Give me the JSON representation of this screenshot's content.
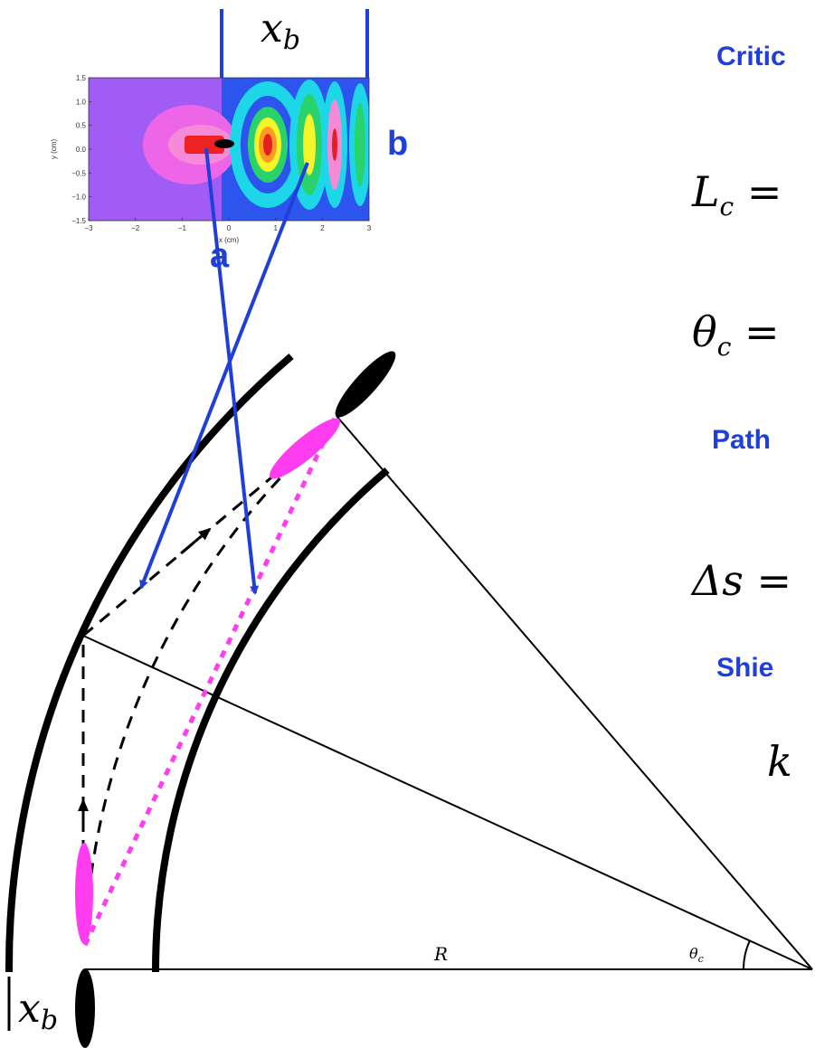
{
  "headings": {
    "critical": "Critic",
    "path": "Path",
    "shielding": "Shie"
  },
  "equations": {
    "lc": "L",
    "lc_sub": "c",
    "lc_rest": " =",
    "theta": "θ",
    "theta_sub": "c",
    "theta_rest": " =",
    "ds": "Δs =",
    "k": "k"
  },
  "labels": {
    "a": "a",
    "b": "b",
    "xb_top": "x",
    "xb_top_sub": "b",
    "xb_bottom": "x",
    "xb_bottom_sub": "b",
    "R": "R",
    "theta_c": "θ",
    "theta_c_sub": "c"
  },
  "inset_plot": {
    "xlabel": "x (cm)",
    "ylabel": "y (cm)",
    "xticks": [
      "−3",
      "−2",
      "−1",
      "0",
      "1",
      "2",
      "3"
    ],
    "yticks": [
      "1.5",
      "1.0",
      "0.5",
      "0.0",
      "−0.5",
      "−1.0",
      "−1.5"
    ]
  },
  "colors": {
    "arrow_blue": "#1f3fd8",
    "magenta": "#ff3cf0",
    "wall": "#000000"
  }
}
